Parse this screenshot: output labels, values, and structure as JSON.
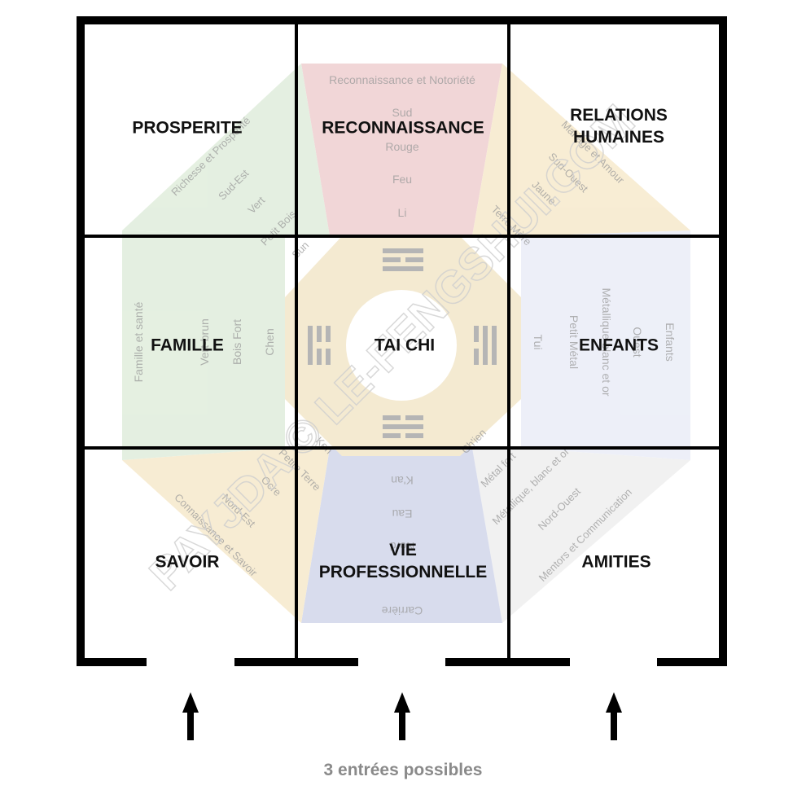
{
  "colors": {
    "wall": "#000000",
    "label_text": "#111111",
    "footer_text": "#8a8a8a",
    "watermark_text": "#9a9a9a",
    "sector_green": "#cfe3c9",
    "sector_red": "#e6b5b8",
    "sector_yellow": "#f2deb0",
    "sector_blue": "#b9c1e0",
    "sector_lightblue": "#dfe3f3",
    "sector_grey": "#e6e6e6",
    "center_ring": "#ecd9ad"
  },
  "grid": {
    "cells": {
      "prosperite": "PROSPERITE",
      "reconnaissance": "RECONNAISSANCE",
      "relations_line1": "RELATIONS",
      "relations_line2": "HUMAINES",
      "famille": "FAMILLE",
      "tai_chi": "TAI CHI",
      "enfants": "ENFANTS",
      "savoir": "SAVOIR",
      "vie_line1": "VIE",
      "vie_line2": "PROFESSIONNELLE",
      "amities": "AMITIES"
    }
  },
  "bagua": {
    "south": [
      "Reconnaissance et Notoriété",
      "Sud",
      "Rouge",
      "Feu",
      "Li"
    ],
    "north": [
      "Carrière",
      "Nord",
      "Eau",
      "K'an"
    ],
    "east": [
      "Famille et santé",
      "Vert-brun",
      "Bois Fort",
      "Chen"
    ],
    "west": [
      "Enfants",
      "Ouest",
      "Métallique blanc et or",
      "Petit Métal",
      "Tui"
    ],
    "southeast": [
      "Richesse et Prospérité",
      "Sud-Est",
      "Vert",
      "Petit Bois",
      "Sun"
    ],
    "southwest": [
      "Mariage et Amour",
      "Sud-Ouest",
      "Jaune",
      "Terre Mère"
    ],
    "northwest": [
      "Mentors et Communication",
      "Nord-Ouest",
      "Métallique, blanc et or",
      "Métal fort",
      "Ch'ien"
    ],
    "northeast": [
      "Connaissance et Savoir",
      "Nord-Est",
      "Ocre",
      "Petite Terre",
      "Ken"
    ]
  },
  "watermark": "PAYJDA © LE-FENGSHUI.COM",
  "arrows": [
    "entrance-left",
    "entrance-center",
    "entrance-right"
  ],
  "footer": "3 entrées possibles"
}
